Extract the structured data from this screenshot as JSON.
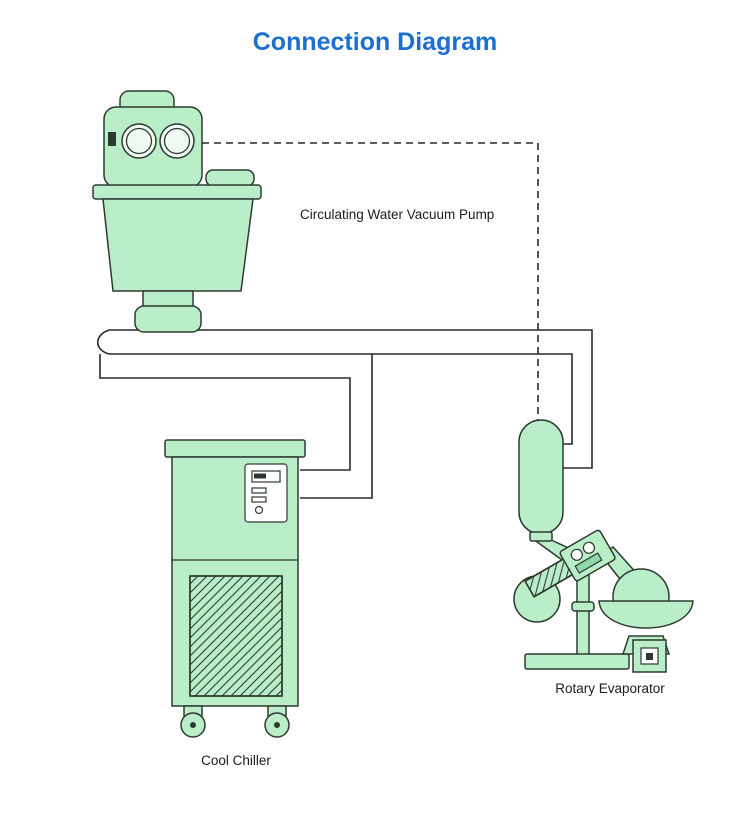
{
  "title": "Connection Diagram",
  "labels": {
    "pump": "Circulating Water Vacuum Pump",
    "chiller": "Cool Chiller",
    "evaporator": "Rotary Evaporator"
  },
  "colors": {
    "title": "#1b6fd0",
    "equipment_fill": "#b9eec9",
    "equipment_stroke": "#2e3a31",
    "line": "#2a2a2a",
    "background": "#ffffff"
  }
}
